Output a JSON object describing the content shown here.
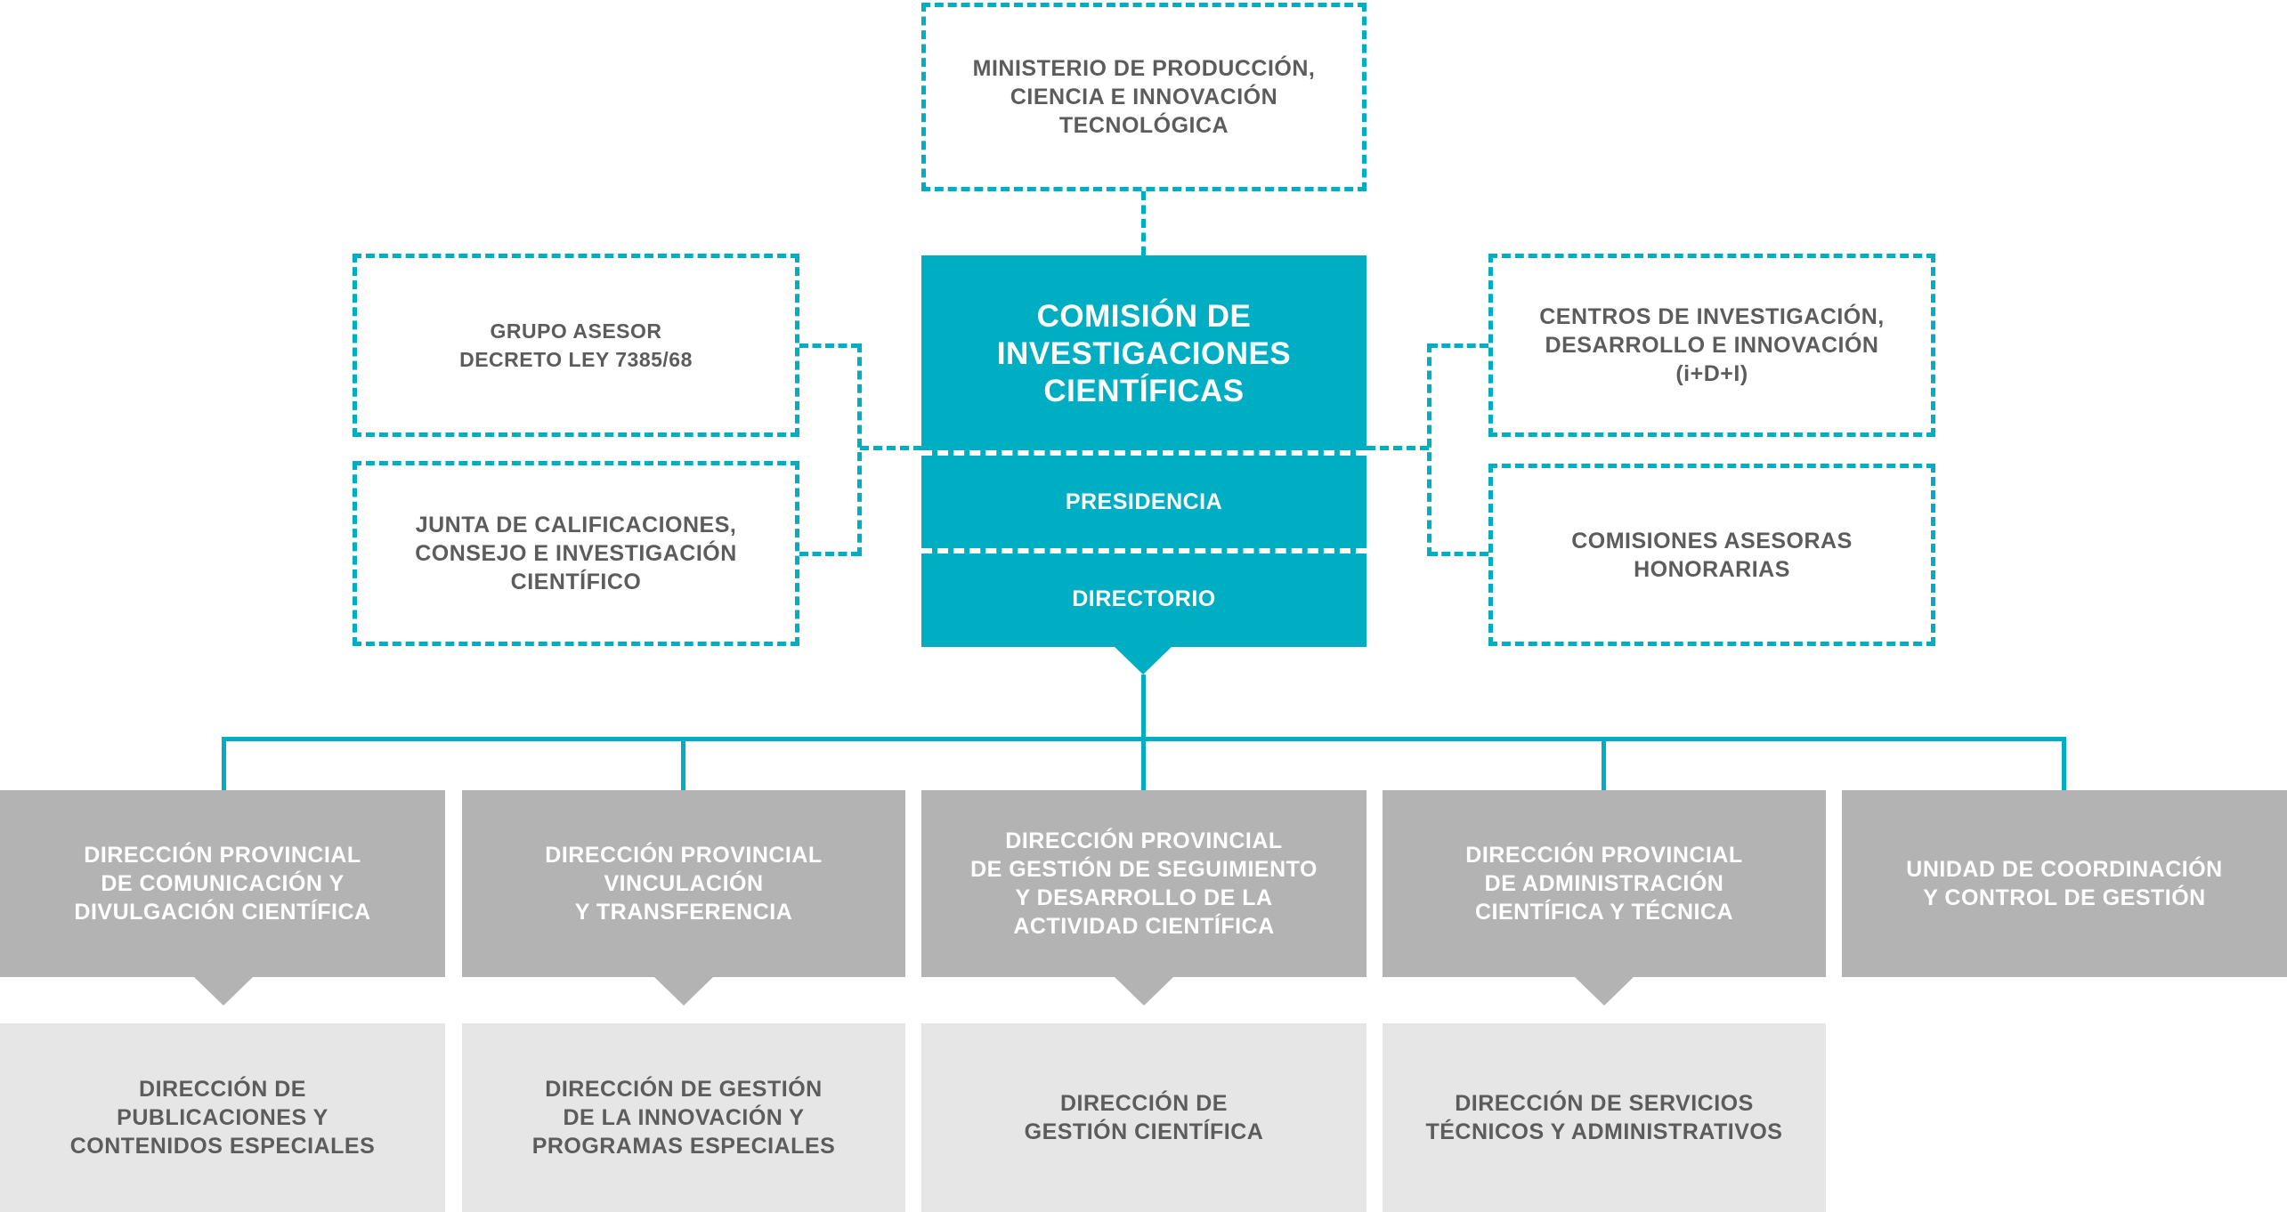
{
  "colors": {
    "accent": "#00AEC4",
    "dark_gray": "#B3B3B3",
    "light_gray": "#E6E6E6",
    "text": "#5c5c5c"
  },
  "top": {
    "ministerio": "MINISTERIO DE PRODUCCIÓN,\nCIENCIA E INNOVACIÓN\nTECNOLÓGICA"
  },
  "center": {
    "title": "COMISIÓN DE\nINVESTIGACIONES\nCIENTÍFICAS",
    "presidencia": "PRESIDENCIA",
    "directorio": "DIRECTORIO"
  },
  "left": [
    "GRUPO ASESOR\nDECRETO LEY 7385/68",
    "JUNTA DE CALIFICACIONES,\nCONSEJO E INVESTIGACIÓN\nCIENTÍFICO"
  ],
  "right": [
    "CENTROS DE INVESTIGACIÓN,\nDESARROLLO E INNOVACIÓN\n(i+D+I)",
    "COMISIONES ASESORAS\nHONORARIAS"
  ],
  "direcciones": [
    "DIRECCIÓN PROVINCIAL\nDE COMUNICACIÓN Y\nDIVULGACIÓN CIENTÍFICA",
    "DIRECCIÓN PROVINCIAL\nVINCULACIÓN\nY TRANSFERENCIA",
    "DIRECCIÓN PROVINCIAL\nDE GESTIÓN DE SEGUIMIENTO\nY DESARROLLO DE LA\nACTIVIDAD CIENTÍFICA",
    "DIRECCIÓN PROVINCIAL\nDE ADMINISTRACIÓN\nCIENTÍFICA Y TÉCNICA",
    "UNIDAD DE COORDINACIÓN\nY CONTROL DE GESTIÓN"
  ],
  "subdirecciones": [
    "DIRECCIÓN DE\nPUBLICACIONES Y\nCONTENIDOS ESPECIALES",
    "DIRECCIÓN DE GESTIÓN\nDE LA INNOVACIÓN Y\nPROGRAMAS ESPECIALES",
    "DIRECCIÓN DE\nGESTIÓN CIENTÍFICA",
    "DIRECCIÓN DE SERVICIOS\nTÉCNICOS Y ADMINISTRATIVOS"
  ]
}
